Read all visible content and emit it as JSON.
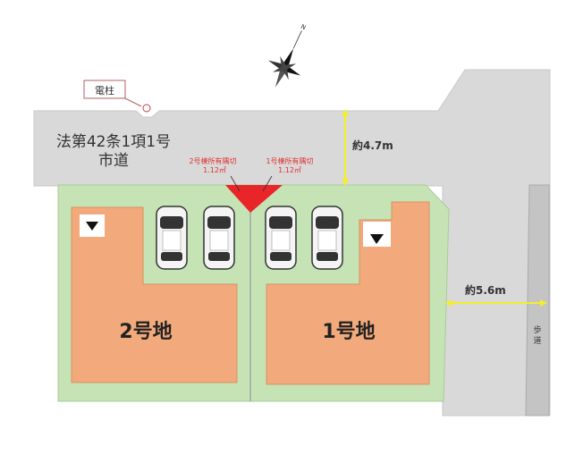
{
  "labels": {
    "utility_pole": "電柱",
    "road_line1": "法第42条1項1号",
    "road_line2": "市道",
    "corner_cut_2_title": "2号棟所有隅切",
    "corner_cut_2_area": "1.12㎡",
    "corner_cut_1_title": "1号棟所有隅切",
    "corner_cut_1_area": "1.12㎡",
    "road_width_top": "約4.7m",
    "road_width_right": "約5.6m",
    "sidewalk_1": "歩",
    "sidewalk_2": "道",
    "lot_2": "2号地",
    "lot_1": "1号地",
    "compass_north": "N"
  },
  "colors": {
    "road": "#d9d9d9",
    "sidewalk": "#c4c4c4",
    "lot_green": "#c6e3b5",
    "building_orange": "#f2aa7c",
    "corner_cut_red": "#e8262a",
    "dimension_yellow": "#f3ef2a",
    "label_red": "#e03030"
  }
}
